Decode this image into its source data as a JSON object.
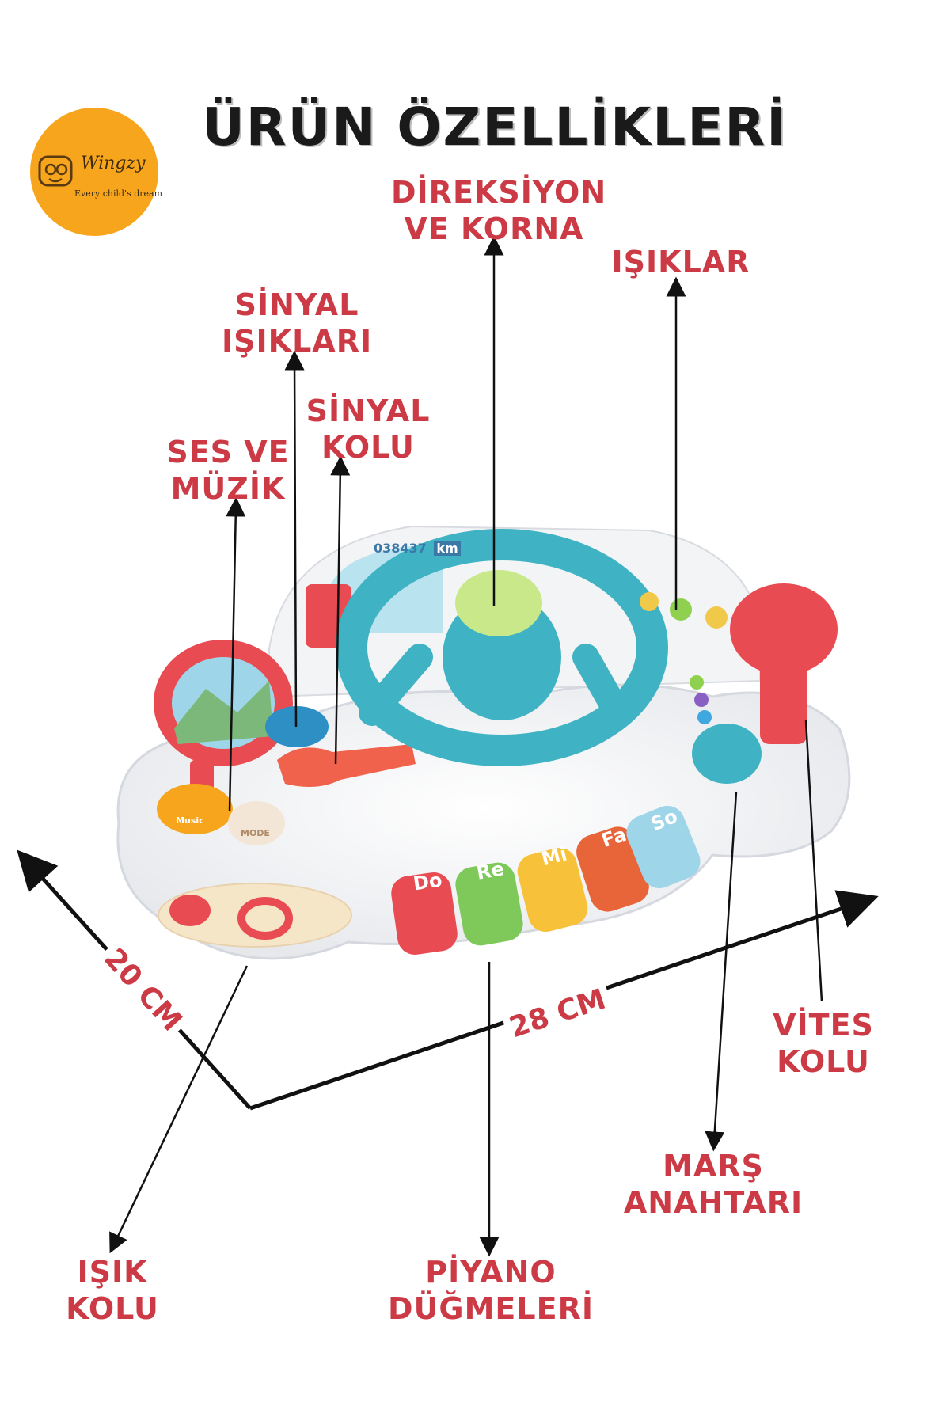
{
  "title": "ÜRÜN ÖZELLİKLERİ",
  "logo": {
    "brand": "Wingzy",
    "tagline": "Every child's dream"
  },
  "labels": {
    "direksiyon": {
      "line1": "DİREKSİYON",
      "line2": "VE KORNA"
    },
    "isiklar": {
      "line1": "IŞIKLAR"
    },
    "sinyal_isiklari": {
      "line1": "SİNYAL",
      "line2": "IŞIKLARI"
    },
    "sinyal_kolu": {
      "line1": "SİNYAL",
      "line2": "KOLU"
    },
    "ses_muzik": {
      "line1": "SES VE",
      "line2": "MÜZİK"
    },
    "vites_kolu": {
      "line1": "VİTES",
      "line2": "KOLU"
    },
    "mars_anahtari": {
      "line1": "MARŞ",
      "line2": "ANAHTARI"
    },
    "isik_kolu": {
      "line1": "IŞIK",
      "line2": "KOLU"
    },
    "piyano": {
      "line1": "PİYANO",
      "line2": "DÜĞMELERİ"
    }
  },
  "dimensions": {
    "depth": "20 CM",
    "width": "28 CM"
  },
  "toy": {
    "odometer": "038437",
    "odometer_unit": "km",
    "piano_keys": [
      "Do",
      "Re",
      "Mi",
      "Fa",
      "So"
    ],
    "music_button": "Music",
    "mode_button": "MODE"
  },
  "colors": {
    "label": "#cc3b45",
    "title": "#1a1a1a",
    "logo": "#f7a51c",
    "teal": "#3fb3c4"
  }
}
